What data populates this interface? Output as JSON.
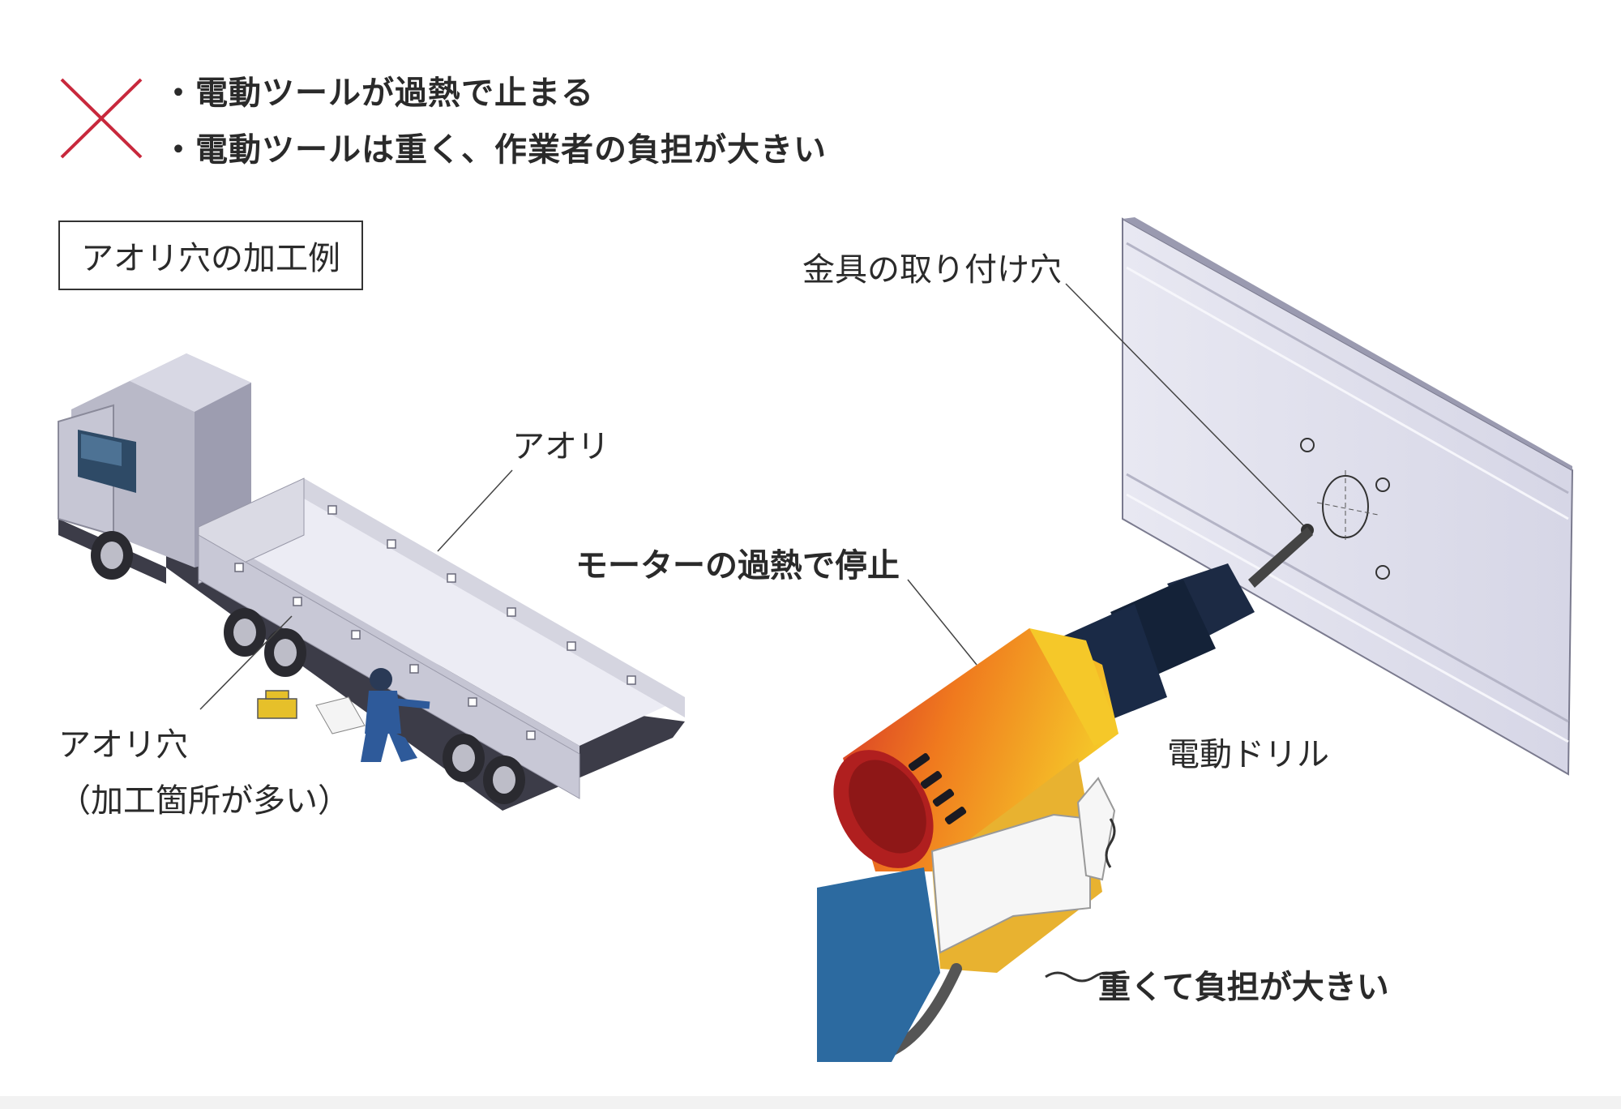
{
  "header": {
    "bullets": [
      "・電動ツールが過熱で止まる",
      "・電動ツールは重く、作業者の負担が大きい"
    ],
    "mark_color": "#c8283c"
  },
  "truck_panel": {
    "title": "アオリ穴の加工例",
    "label_aori": "アオリ",
    "label_hole": "アオリ穴",
    "label_hole_note": "（加工箇所が多い）"
  },
  "drill_panel": {
    "label_mount_hole": "金具の取り付け穴",
    "label_motor": "モーターの過熱で停止",
    "label_drill": "電動ドリル",
    "label_heavy": "重くて負担が大きい"
  },
  "icons": [
    "x-mark-icon",
    "truck-illustration",
    "worker-illustration",
    "drill-illustration",
    "panel-illustration"
  ]
}
